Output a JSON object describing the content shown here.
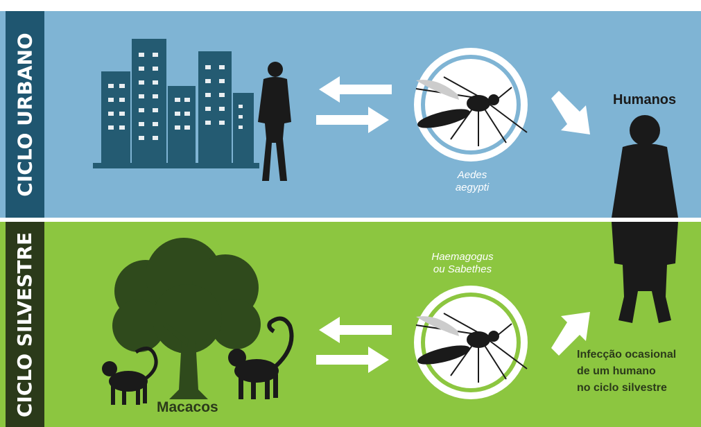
{
  "cycles": {
    "urban": {
      "title": "CICLO URBANO",
      "species_line1": "Aedes",
      "species_line2": "aegypti",
      "host_label": "Humanos"
    },
    "silvestre": {
      "title": "CICLO SILVESTRE",
      "species_line1": "Haemagogus",
      "species_line2": "ou Sabethes",
      "reservoir_label": "Macacos",
      "note_line1": "Infecção ocasional",
      "note_line2": "de um humano",
      "note_line3": "no ciclo silvestre"
    }
  },
  "colors": {
    "urban_bg": "#7fb4d4",
    "urban_band": "#1f5670",
    "silvestre_bg": "#8cc640",
    "silvestre_band": "#2b3a1a",
    "buildings": "#245b72",
    "silhouette": "#1a1a1a",
    "tree": "#2f4a1c"
  },
  "icons": {
    "buildings": "city-buildings-icon",
    "person": "person-silhouette-icon",
    "mosquito": "mosquito-icon",
    "tree": "tree-icon",
    "monkey": "monkey-icon"
  }
}
